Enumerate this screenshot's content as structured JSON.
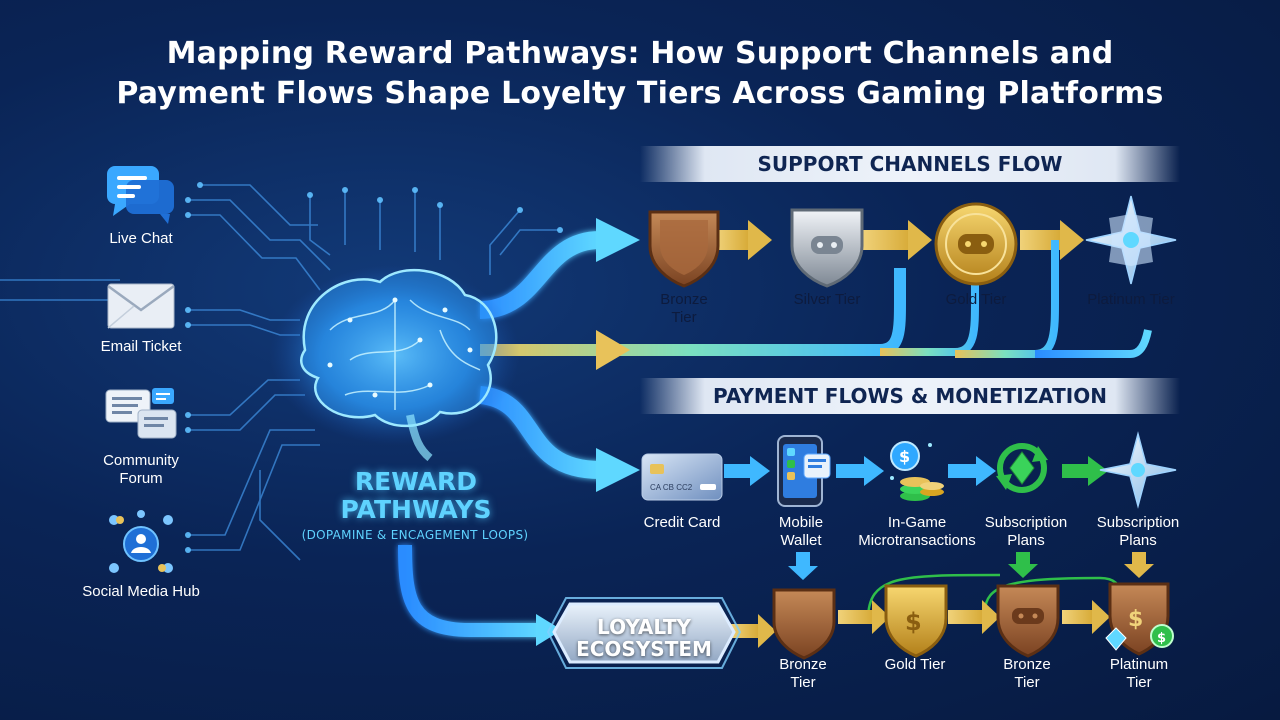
{
  "title": {
    "line1": "Mapping Reward Pathways: How Support Channels and",
    "line2": "Payment Flows Shape Loyelty Tiers Across Gaming Platforms"
  },
  "channels": [
    {
      "label": "Live Chat",
      "icon": "chat-bubbles-icon"
    },
    {
      "label": "Email Ticket",
      "icon": "envelope-icon"
    },
    {
      "label": "Community Forum",
      "icon": "forum-icon"
    },
    {
      "label": "Social Media Hub",
      "icon": "social-network-icon"
    }
  ],
  "center": {
    "title": "REWARD PATHWAYS",
    "subtitle": "(DOPAMINE & ENCAGEMENT LOOPS)",
    "icon": "brain-icon"
  },
  "support_flow": {
    "banner": "SUPPORT CHANNELS FLOW",
    "tiers": [
      {
        "label": "Bronze Tier",
        "icon": "bronze-shield-icon"
      },
      {
        "label": "Silver Tier",
        "icon": "silver-shield-icon"
      },
      {
        "label": "Gold Tier",
        "icon": "gold-medallion-icon"
      },
      {
        "label": "Platinum Tier",
        "icon": "platinum-star-icon"
      }
    ]
  },
  "payment_flow": {
    "banner": "PAYMENT FLOWS & MONETIZATION",
    "steps": [
      {
        "label": "Credit Card",
        "icon": "credit-card-icon",
        "card_text": "CA CB CC2"
      },
      {
        "label": "Mobile Wallet",
        "icon": "mobile-wallet-icon"
      },
      {
        "label": "In-Game Microtransactions",
        "icon": "coins-icon"
      },
      {
        "label": "Subscription Plans",
        "icon": "subscription-icon"
      },
      {
        "label": "Subscription Plans",
        "icon": "platinum-star-icon"
      }
    ]
  },
  "ecosystem": {
    "label": "LOYALTY ECOSYSTEM",
    "tiers": [
      {
        "label": "Bronze Tier",
        "icon": "bronze-shield-icon"
      },
      {
        "label": "Gold Tier",
        "icon": "gold-dollar-shield-icon"
      },
      {
        "label": "Bronze Tier",
        "icon": "bronze-gamepad-shield-icon"
      },
      {
        "label": "Platinum Tier",
        "icon": "platinum-dollar-shield-icon"
      }
    ]
  },
  "colors": {
    "background": "#0a2456",
    "flow_blue": "#3fb8ff",
    "flow_gold": "#e8c25a",
    "bronze": "#9a5b34",
    "silver": "#b9c2cc",
    "gold": "#d9a521",
    "platinum": "#cfe6ff",
    "green": "#2fbf4a",
    "title_text": "#ffffff",
    "banner_text": "#0f2552",
    "reward_text": "#5fd3ff"
  }
}
